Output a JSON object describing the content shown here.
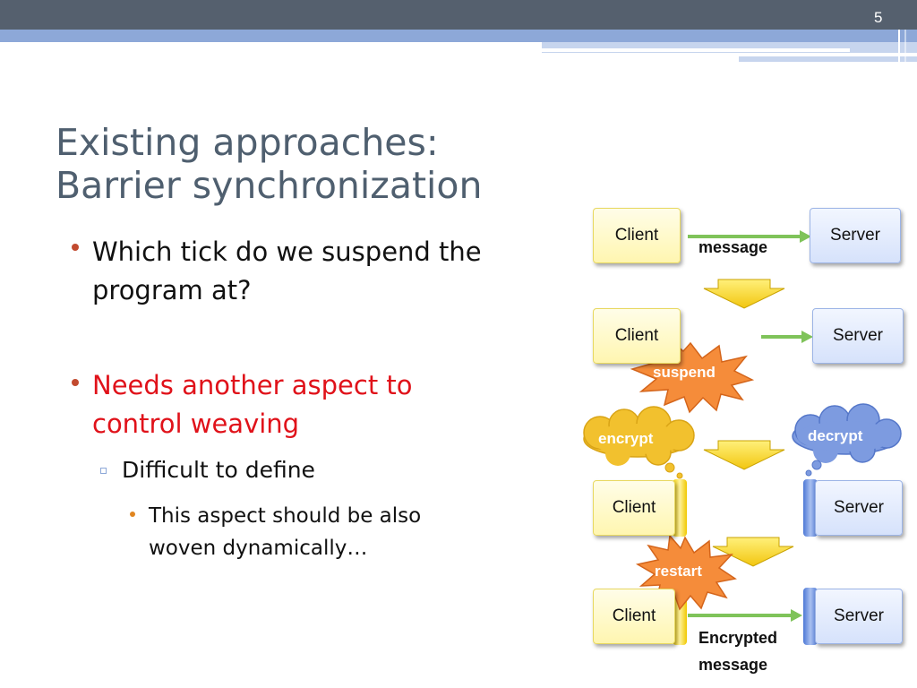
{
  "page_number": "5",
  "title": {
    "line1": "Existing approaches:",
    "line2": "Barrier synchronization"
  },
  "bullets": [
    {
      "lines": [
        "Which tick do we suspend the",
        "program at?"
      ]
    },
    {
      "lines": [
        "Needs another aspect to",
        "control weaving"
      ]
    }
  ],
  "sub_bullet": "Difficult to define",
  "sub_sub_bullet": {
    "lines": [
      "This aspect should be also",
      "woven dynamically…"
    ]
  },
  "diagram": {
    "client_label": "Client",
    "server_label": "Server",
    "message_label": "message",
    "suspend_label": "suspend",
    "encrypt_label": "encrypt",
    "decrypt_label": "decrypt",
    "restart_label": "restart",
    "encrypted_message_line1": "Encrypted",
    "encrypted_message_line2": "message"
  },
  "colors": {
    "title": "#4f5f6f",
    "bullet_red": "#e0121a",
    "header_band": "#55606e",
    "accent_blue": "#8da8d8",
    "arrow_green": "#7fc35a",
    "burst_orange": "#f58c3a",
    "cloud_yellow": "#f2c12e",
    "cloud_blue": "#7d9be0"
  }
}
